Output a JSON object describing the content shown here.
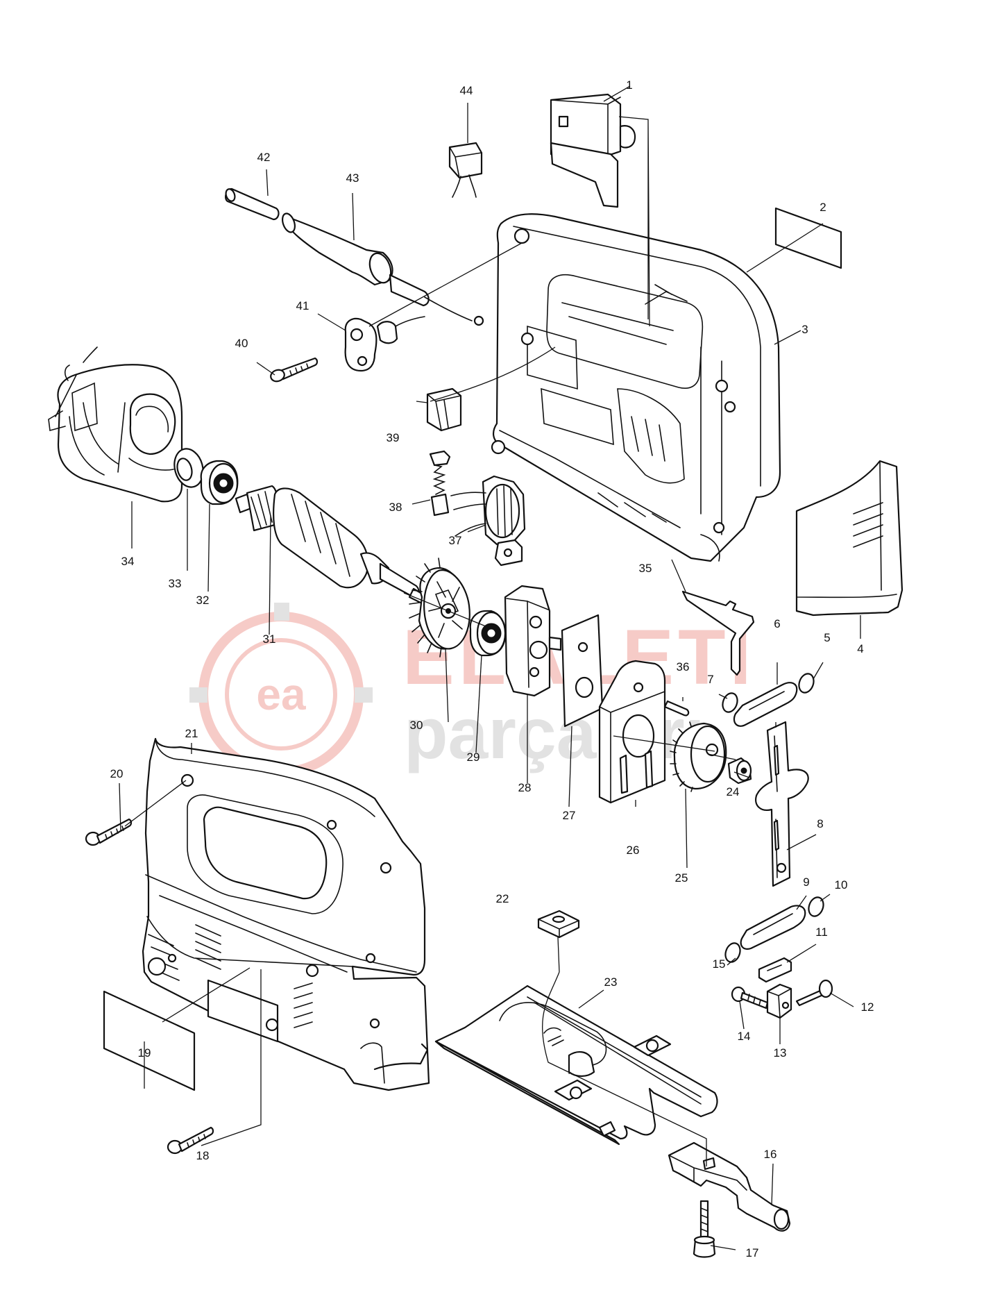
{
  "watermark": {
    "logo_letters": "ea",
    "brand_line1": "ELALETI",
    "brand_line2": "parçaları",
    "brand_color": "#e0473b",
    "gray_color": "#9a9a9a"
  },
  "callouts": {
    "p1": "1",
    "p2": "2",
    "p3": "3",
    "p4": "4",
    "p5": "5",
    "p6": "6",
    "p7": "7",
    "p8": "8",
    "p9": "9",
    "p10": "10",
    "p11": "11",
    "p12": "12",
    "p13": "13",
    "p14": "14",
    "p15": "15",
    "p16": "16",
    "p17": "17",
    "p18": "18",
    "p19": "19",
    "p20": "20",
    "p21": "21",
    "p22": "22",
    "p23": "23",
    "p24": "24",
    "p25": "25",
    "p26": "26",
    "p27": "27",
    "p28": "28",
    "p29": "29",
    "p30": "30",
    "p31": "31",
    "p32": "32",
    "p33": "33",
    "p34": "34",
    "p35": "35",
    "p36": "36",
    "p37": "37",
    "p38": "38",
    "p39": "39",
    "p40": "40",
    "p41": "41",
    "p42": "42",
    "p43": "43",
    "p44": "44"
  }
}
